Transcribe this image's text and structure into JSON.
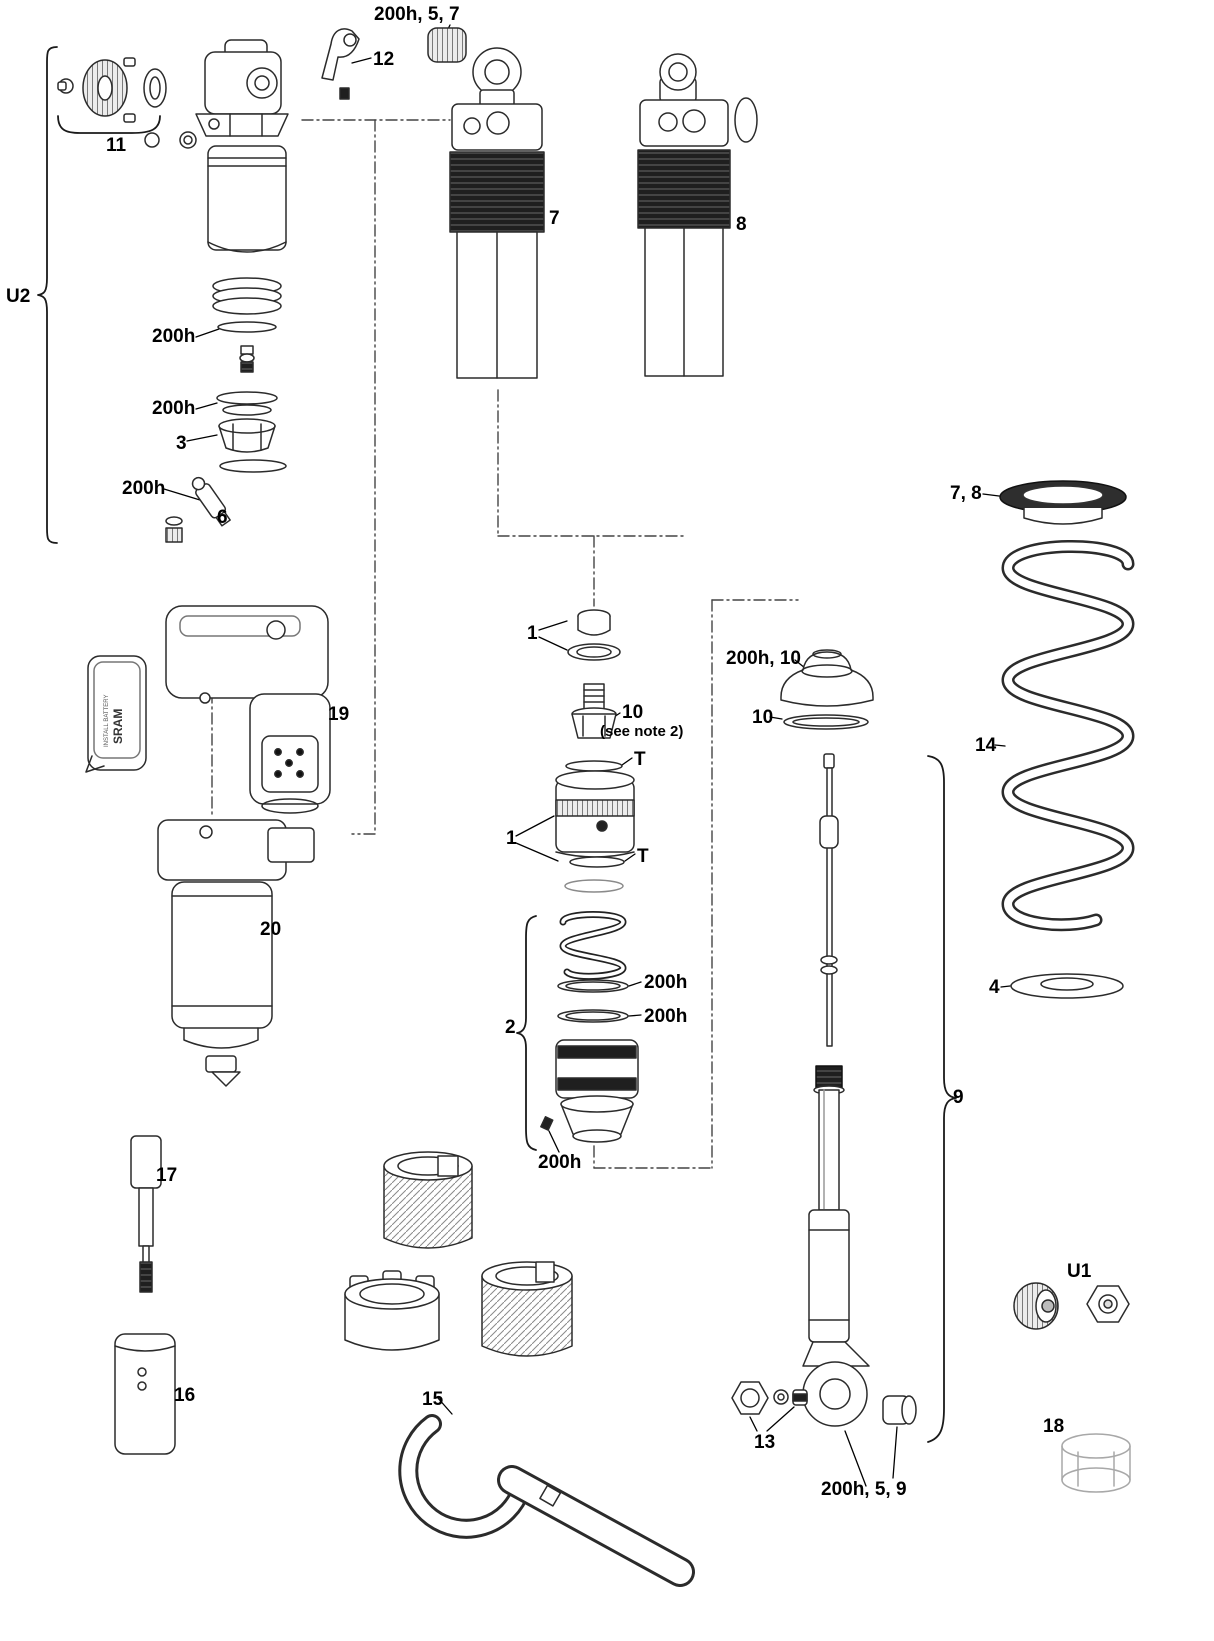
{
  "callouts": [
    "200h, 5, 7",
    "12",
    "11",
    "U2",
    "200h",
    "200h",
    "3",
    "200h",
    "6",
    "7",
    "8",
    "7, 8",
    "1",
    "200h, 10",
    "10",
    "10",
    "(see note 2)",
    "T",
    "1",
    "T",
    "14",
    "19",
    "20",
    "2",
    "200h",
    "200h",
    "200h",
    "9",
    "4",
    "17",
    "16",
    "15",
    "13",
    "200h, 5, 9",
    "U1",
    "18"
  ],
  "battery": {
    "brand": "SRAM",
    "label": "INSTALL BATTERY"
  },
  "colors": {
    "line": "#2b2b2b",
    "dark_fill": "#1f1f1f",
    "dash": "#444444"
  }
}
